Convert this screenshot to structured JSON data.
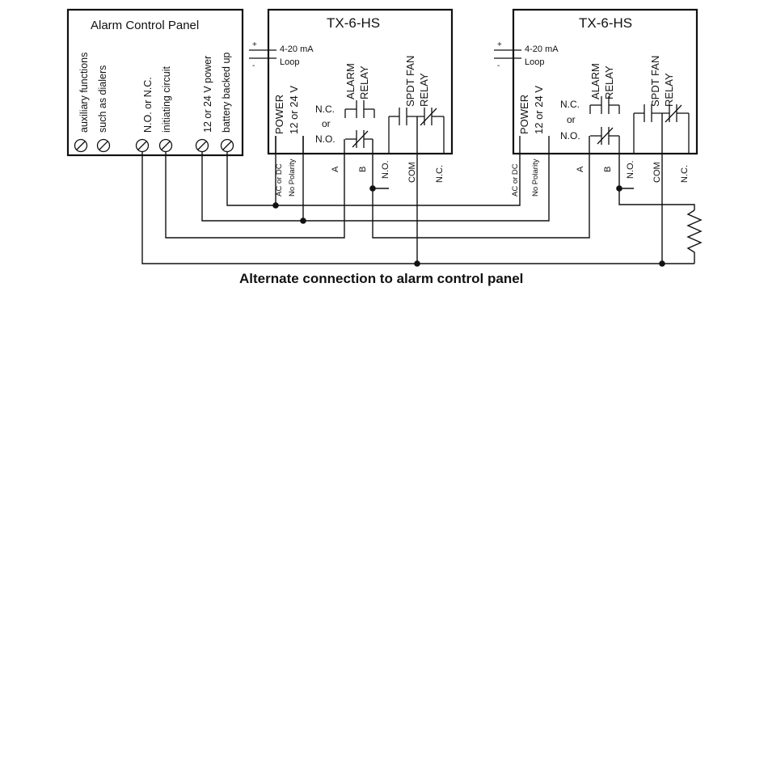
{
  "panel": {
    "title": "Alarm Control Panel",
    "terminal_labels": [
      [
        "auxiliary functions",
        "such as dialers"
      ],
      [
        "N.O. or N.C.",
        "initiating circuit"
      ],
      [
        "12 or 24 V power",
        "battery backed up"
      ]
    ]
  },
  "transmitters": [
    {
      "title": "TX-6-HS",
      "loop_plus": "+",
      "loop_minus": "-",
      "loop_line1": "4-20 mA",
      "loop_line2": "Loop",
      "power_line1": "POWER",
      "power_line2": "12 or 24 V",
      "alarm_relay_line1": "ALARM",
      "alarm_relay_line2": "RELAY",
      "fan_relay_line1": "SPDT FAN",
      "fan_relay_line2": "RELAY",
      "nc_label": "N.C.",
      "or_label": "or",
      "no_label": "N.O.",
      "terminals": [
        "AC or DC",
        "No Polarity",
        "A",
        "B",
        "N.O.",
        "COM",
        "N.C."
      ]
    },
    {
      "title": "TX-6-HS",
      "loop_plus": "+",
      "loop_minus": "-",
      "loop_line1": "4-20 mA",
      "loop_line2": "Loop",
      "power_line1": "POWER",
      "power_line2": "12 or 24 V",
      "alarm_relay_line1": "ALARM",
      "alarm_relay_line2": "RELAY",
      "fan_relay_line1": "SPDT FAN",
      "fan_relay_line2": "RELAY",
      "nc_label": "N.C.",
      "or_label": "or",
      "no_label": "N.O.",
      "terminals": [
        "AC or DC",
        "No Polarity",
        "A",
        "B",
        "N.O.",
        "COM",
        "N.C."
      ]
    }
  ],
  "caption": "Alternate connection to alarm control panel"
}
